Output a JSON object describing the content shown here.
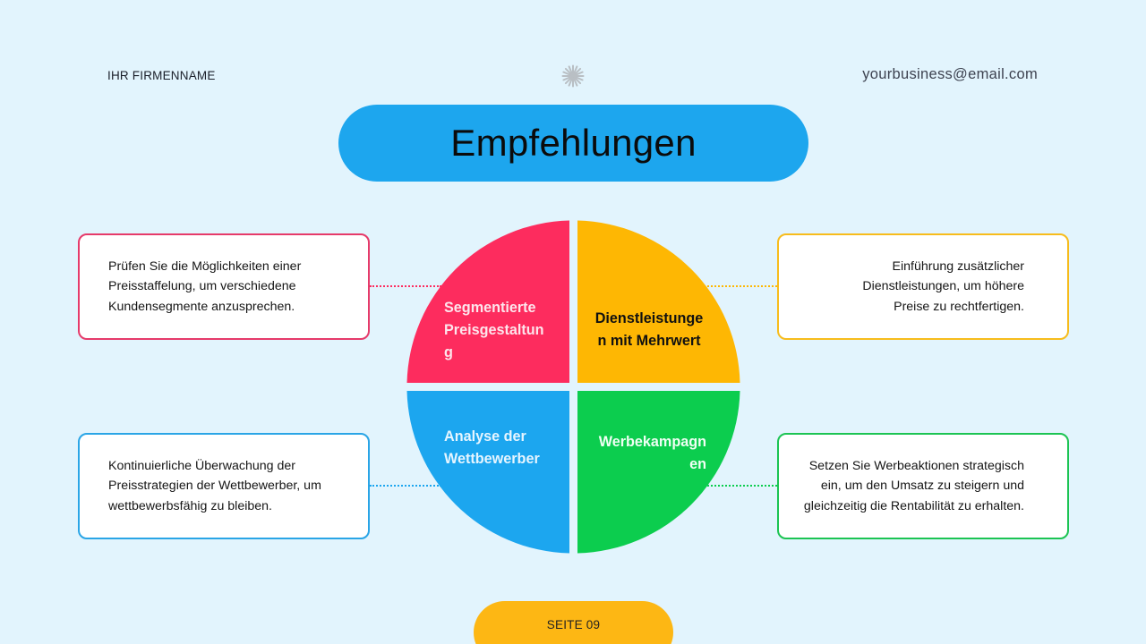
{
  "header": {
    "company_name": "IHR FIRMENNAME",
    "email": "yourbusiness@email.com",
    "logo_icon": "starburst-icon"
  },
  "title": "Empfehlungen",
  "colors": {
    "background": "#e2f4fd",
    "title_pill": "#1da6ee",
    "pink": "#fd2c5e",
    "yellow": "#feb703",
    "blue": "#1ca6ef",
    "green": "#0ccd4e",
    "page_pill": "#fdb714"
  },
  "quadrants": [
    {
      "position": "top-left",
      "label": "Segmentierte Preisgestaltung",
      "label_lines": [
        "Segmentierte",
        "Preisgestaltun",
        "g"
      ],
      "color": "#fd2c5e",
      "description": [
        "Prüfen Sie die Möglichkeiten einer",
        "Preisstaffelung, um verschiedene",
        "Kundensegmente anzusprechen."
      ]
    },
    {
      "position": "top-right",
      "label": "Dienstleistungen mit Mehrwert",
      "label_lines": [
        "Dienstleistunge",
        "n mit Mehrwert"
      ],
      "color": "#feb703",
      "description": [
        "Einführung zusätzlicher",
        "Dienstleistungen, um höhere",
        "Preise zu rechtfertigen."
      ]
    },
    {
      "position": "bottom-left",
      "label": "Analyse der Wettbewerber",
      "label_lines": [
        "Analyse der",
        "Wettbewerber"
      ],
      "color": "#1ca6ef",
      "description": [
        "Kontinuierliche Überwachung der",
        "Preisstrategien der Wettbewerber, um",
        "wettbewerbsfähig zu bleiben."
      ]
    },
    {
      "position": "bottom-right",
      "label": "Werbekampagnen",
      "label_lines": [
        "Werbekampagn",
        "en"
      ],
      "color": "#0ccd4e",
      "description": [
        "Setzen Sie Werbeaktionen strategisch",
        "ein, um den Umsatz zu steigern und",
        "gleichzeitig die Rentabilität zu erhalten."
      ]
    }
  ],
  "footer": {
    "page_label": "SEITE 09"
  }
}
